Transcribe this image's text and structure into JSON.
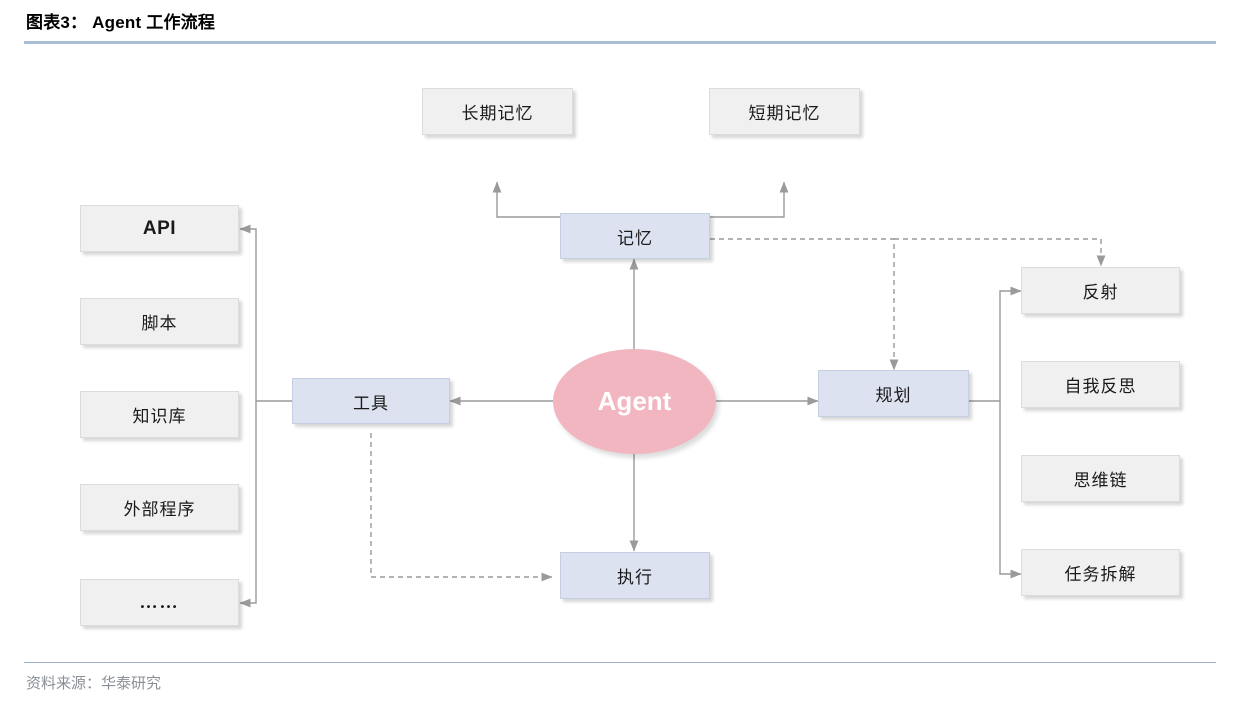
{
  "figure": {
    "title_prefix": "图表3：",
    "title": "图表3： Agent 工作流程",
    "source": "资料来源：华泰研究",
    "rule_color": "#a9bed4"
  },
  "palette": {
    "gray_node_fill": "#f0f0f0",
    "gray_node_border": "#dcdcdc",
    "blue_node_fill": "#dce2f0",
    "blue_node_border": "#c6cee4",
    "agent_fill": "#f2b6c0",
    "agent_text": "#ffffff",
    "connector": "#9a9a9a"
  },
  "diagram": {
    "type": "flowchart",
    "center": {
      "label": "Agent",
      "shape": "ellipse"
    },
    "core_modules": [
      {
        "id": "memory",
        "label": "记忆",
        "position": "top"
      },
      {
        "id": "tools",
        "label": "工具",
        "position": "left"
      },
      {
        "id": "planning",
        "label": "规划",
        "position": "right"
      },
      {
        "id": "execution",
        "label": "执行",
        "position": "bottom"
      }
    ],
    "memory_children": [
      {
        "id": "long-term-memory",
        "label": "长期记忆"
      },
      {
        "id": "short-term-memory",
        "label": "短期记忆"
      }
    ],
    "tool_children": [
      {
        "id": "api",
        "label": "API"
      },
      {
        "id": "script",
        "label": "脚本"
      },
      {
        "id": "knowledge-base",
        "label": "知识库"
      },
      {
        "id": "external-program",
        "label": "外部程序"
      },
      {
        "id": "more",
        "label": "……"
      }
    ],
    "planning_children": [
      {
        "id": "reflection",
        "label": "反射"
      },
      {
        "id": "self-reflection",
        "label": "自我反思"
      },
      {
        "id": "chain-of-thought",
        "label": "思维链"
      },
      {
        "id": "task-decomposition",
        "label": "任务拆解"
      }
    ],
    "edges": [
      {
        "from": "agent",
        "to": "memory",
        "style": "solid",
        "arrow": "to"
      },
      {
        "from": "agent",
        "to": "tools",
        "style": "solid",
        "arrow": "to"
      },
      {
        "from": "agent",
        "to": "planning",
        "style": "solid",
        "arrow": "to"
      },
      {
        "from": "agent",
        "to": "execution",
        "style": "solid",
        "arrow": "to"
      },
      {
        "from": "memory",
        "to": "long-term-memory",
        "style": "solid",
        "arrow": "to"
      },
      {
        "from": "memory",
        "to": "short-term-memory",
        "style": "solid",
        "arrow": "to"
      },
      {
        "from": "memory",
        "to": "planning",
        "style": "dashed",
        "arrow": "to"
      },
      {
        "from": "memory",
        "to": "reflection",
        "style": "dashed",
        "arrow": "to"
      },
      {
        "from": "tools",
        "to": "api",
        "style": "solid",
        "arrow": "to"
      },
      {
        "from": "tools",
        "to": "more",
        "style": "solid",
        "arrow": "to"
      },
      {
        "from": "tools",
        "to": "execution",
        "style": "dashed",
        "arrow": "to"
      },
      {
        "from": "planning",
        "to": "reflection",
        "style": "solid",
        "arrow": "to"
      },
      {
        "from": "planning",
        "to": "task-decomposition",
        "style": "solid",
        "arrow": "to"
      }
    ]
  }
}
